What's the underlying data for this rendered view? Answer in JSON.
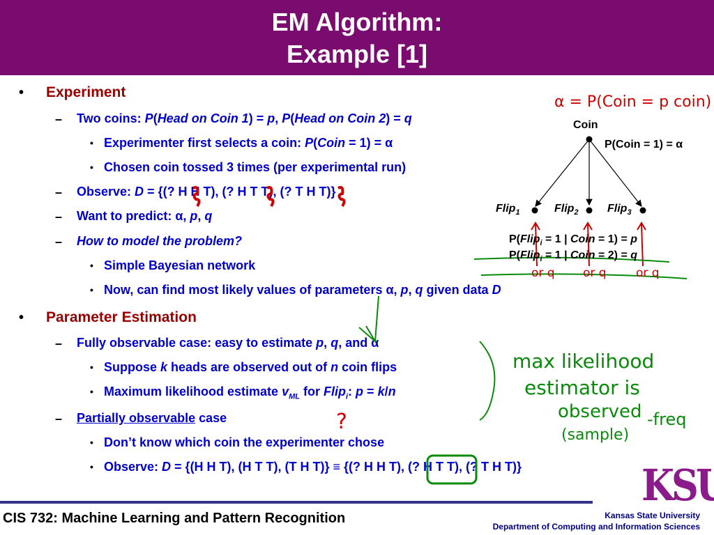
{
  "title": {
    "line1": "EM Algorithm:",
    "line2": "Example [1]"
  },
  "sections": {
    "experiment": "Experiment",
    "two_coins": {
      "a": "Two coins: ",
      "b": "P",
      "c": "(",
      "d": "Head on Coin 1",
      "e": ") = ",
      "f": "p",
      "g": ", ",
      "h": "P",
      "i": "(",
      "j": "Head on Coin 2",
      "k": ") = ",
      "l": "q"
    },
    "first_selects": {
      "a": "Experimenter first selects a coin: ",
      "b": "P",
      "c": "(",
      "d": "Coin",
      "e": " = 1) = α"
    },
    "tossed": "Chosen coin tossed 3 times (per experimental run)",
    "observe1": {
      "a": "Observe: ",
      "b": "D",
      "c": " = {(",
      "d": "? H H T), (",
      "e": "? H T T), (",
      "f": "? T H T)}"
    },
    "want": {
      "a": "Want to predict: α, ",
      "b": "p",
      "c": ", ",
      "d": "q"
    },
    "how_model": "How to model the problem?",
    "simple_bn": "Simple Bayesian network",
    "now_find": {
      "a": "Now, can find most likely values of parameters α, ",
      "b": "p",
      "c": ", ",
      "d": "q",
      "e": " given data ",
      "f": "D"
    },
    "param_est": "Parameter Estimation",
    "fully_obs": {
      "a": "Fully observable case: easy to estimate ",
      "b": "p",
      "c": ", ",
      "d": "q",
      "e": ", and α"
    },
    "suppose": {
      "a": "Suppose ",
      "b": "k",
      "c": " heads are observed out of ",
      "d": "n",
      "e": " coin flips"
    },
    "max_like": {
      "a": "Maximum likelihood estimate ",
      "b": "v",
      "c": "ML",
      "d": " for ",
      "e": "Flip",
      "f": "i",
      "g": ": ",
      "h": "p",
      "i": " = ",
      "j": "k",
      "k": "/",
      "l": "n"
    },
    "partial": {
      "a": "Partially observable",
      "b": " case"
    },
    "dont_know": "Don’t know which coin the experimenter chose",
    "observe2": {
      "a": "Observe: ",
      "b": "D",
      "c": " = {(H H T), (H T T), (T H T)} ≡ {(? H H T), (? H T T), (? T H T)}"
    }
  },
  "bullets": {
    "dot": "•",
    "dash": "–",
    "small": "•"
  },
  "diagram": {
    "coin": "Coin",
    "p_coin": "P(Coin = 1) = α",
    "flip1": {
      "a": "Flip",
      "b": "1"
    },
    "flip2": {
      "a": "Flip",
      "b": "2"
    },
    "flip3": {
      "a": "Flip",
      "b": "3"
    },
    "cpt1": {
      "a": "P(",
      "b": "Flip",
      "c": "i",
      "d": " = 1 | ",
      "e": "Coin",
      "f": " = 1) = ",
      "g": "p"
    },
    "cpt2": {
      "a": "P(",
      "b": "Flip",
      "c": "i",
      "d": " = 1 | ",
      "e": "Coin",
      "f": " = 2) = ",
      "g": "q"
    }
  },
  "annotations": {
    "alpha_note": "α = P(Coin = p coin)",
    "or_notes": [
      "or q",
      "or q",
      "or q"
    ],
    "question": "?",
    "max_likelihood": "max likelihood",
    "estimator_is": "estimator is",
    "observed": "observed",
    "freq": "-freq",
    "sample": "(sample)"
  },
  "footer": {
    "course": "CIS 732: Machine Learning and Pattern Recognition",
    "uni": "Kansas State University",
    "dept": "Department of Computing and Information Sciences",
    "logo": "KSU"
  },
  "colors": {
    "header_bg": "#7a0b6f",
    "body_text": "#0000cc",
    "section_text": "#990000",
    "red_ink": "#cc0000",
    "green_ink": "#0a8a0a",
    "logo": "#8b1a8b"
  }
}
